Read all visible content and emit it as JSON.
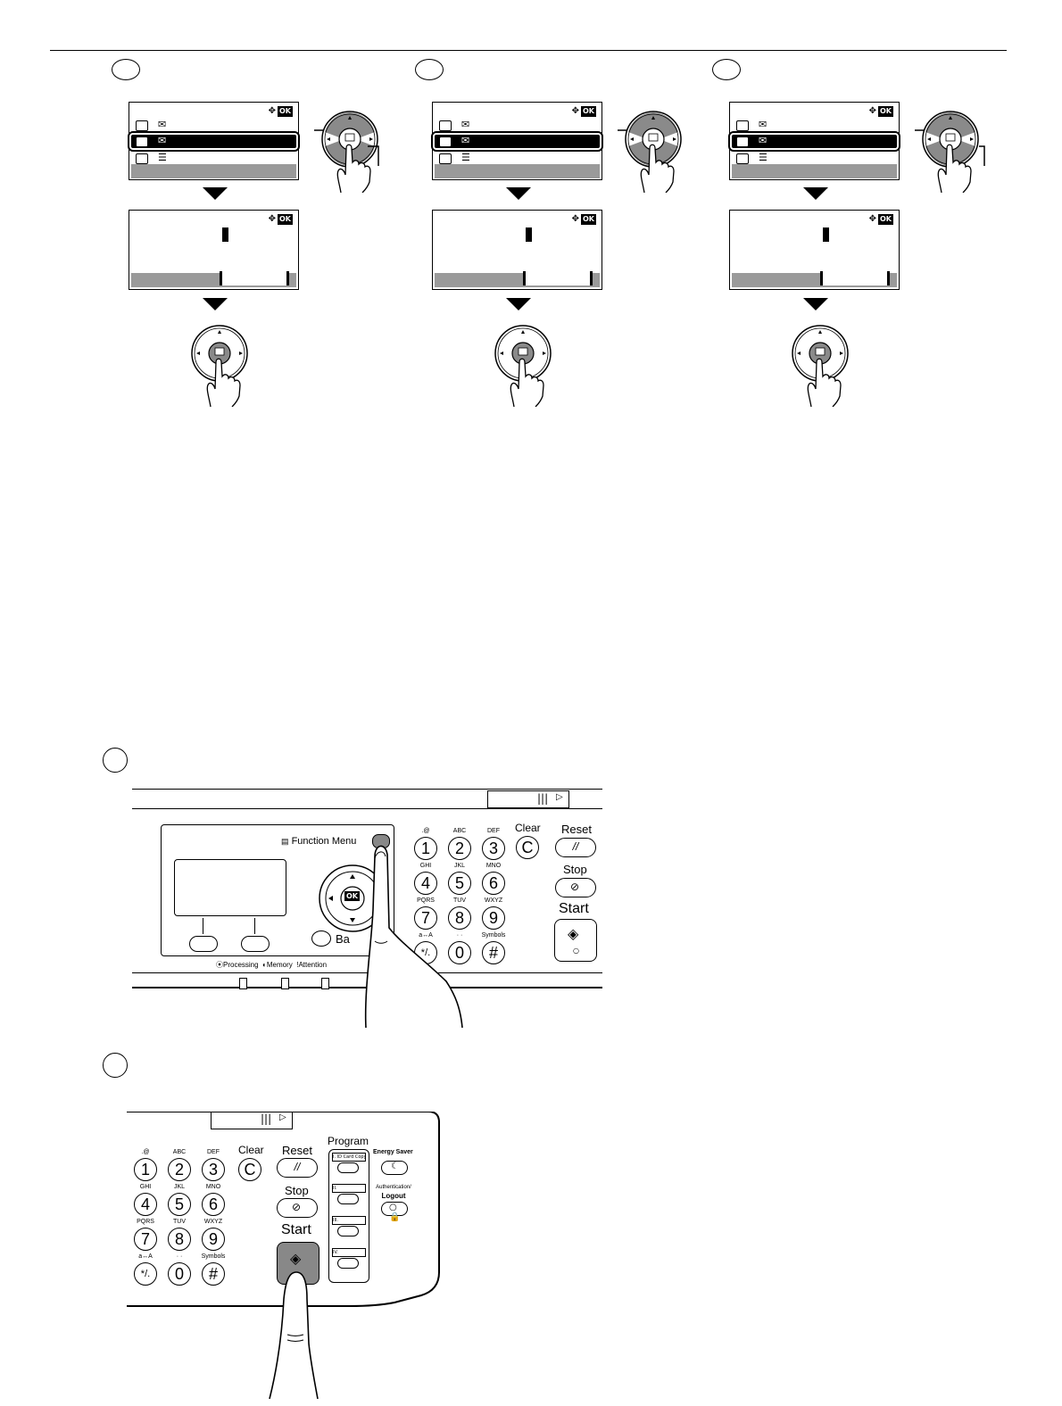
{
  "screen": {
    "nav_glyph": "✥",
    "ok_label": "OK",
    "row_icons": [
      "✉",
      "✉",
      "☰"
    ]
  },
  "panel1": {
    "function_menu_label": "Function Menu",
    "clear_label": "Clear",
    "clear_key": "C",
    "reset_label": "Reset",
    "reset_key": "//",
    "stop_label": "Stop",
    "start_label": "Start",
    "back_label": "Ba",
    "ok_key": "OK",
    "indicators": [
      "Processing",
      "Memory",
      "Attention"
    ],
    "keys": [
      {
        "digit": "1",
        "letters": ".@"
      },
      {
        "digit": "2",
        "letters": "ABC"
      },
      {
        "digit": "3",
        "letters": "DEF"
      },
      {
        "digit": "4",
        "letters": "GHI"
      },
      {
        "digit": "5",
        "letters": "JKL"
      },
      {
        "digit": "6",
        "letters": "MNO"
      },
      {
        "digit": "7",
        "letters": "PQRS"
      },
      {
        "digit": "8",
        "letters": "TUV"
      },
      {
        "digit": "9",
        "letters": "WXYZ"
      },
      {
        "digit": "*/.",
        "letters": "a↔A"
      },
      {
        "digit": "0",
        "letters": "· ·"
      },
      {
        "digit": "#",
        "letters": "Symbols"
      }
    ]
  },
  "panel2": {
    "clear_label": "Clear",
    "clear_key": "C",
    "reset_label": "Reset",
    "reset_key": "//",
    "stop_label": "Stop",
    "start_label": "Start",
    "program_label": "Program",
    "program_slots": [
      "I. ID Card Copy",
      "II.",
      "III.",
      "IV."
    ],
    "energy_saver_label": "Energy Saver",
    "auth_label": "Authentication/",
    "logout_label": "Logout",
    "keys": [
      {
        "digit": "1",
        "letters": ".@"
      },
      {
        "digit": "2",
        "letters": "ABC"
      },
      {
        "digit": "3",
        "letters": "DEF"
      },
      {
        "digit": "4",
        "letters": "GHI"
      },
      {
        "digit": "5",
        "letters": "JKL"
      },
      {
        "digit": "6",
        "letters": "MNO"
      },
      {
        "digit": "7",
        "letters": "PQRS"
      },
      {
        "digit": "8",
        "letters": "TUV"
      },
      {
        "digit": "9",
        "letters": "WXYZ"
      },
      {
        "digit": "*/.",
        "letters": "a↔A"
      },
      {
        "digit": "0",
        "letters": "· ·"
      },
      {
        "digit": "#",
        "letters": "Symbols"
      }
    ]
  }
}
